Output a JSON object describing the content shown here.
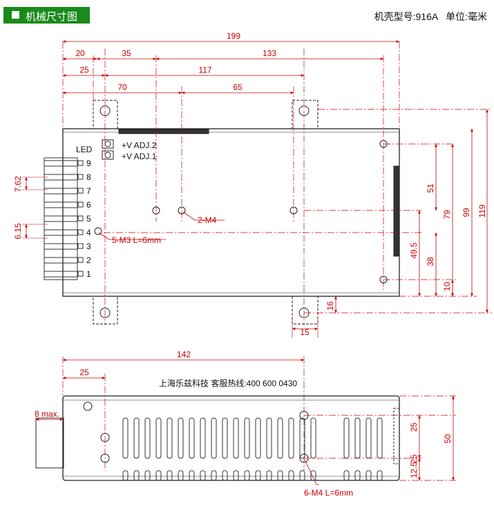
{
  "header": {
    "title": "机械尺寸图",
    "case_label": "机壳型号:916A",
    "unit_label": "单位:毫米"
  },
  "top_view": {
    "dims_horizontal": [
      "199",
      "20",
      "35",
      "133",
      "25",
      "117",
      "70",
      "65",
      "15"
    ],
    "dims_vertical": [
      "119",
      "99",
      "79",
      "51",
      "49.5",
      "38",
      "10",
      "16",
      "7.62",
      "6.15"
    ],
    "adj_labels": [
      "+V ADJ.2",
      "+V ADJ.1"
    ],
    "led_label": "LED",
    "terminal_numbers": [
      "9",
      "8",
      "7",
      "6",
      "5",
      "4",
      "3",
      "2",
      "1"
    ],
    "callouts": {
      "m4": "2-M4",
      "m3": "5-M3 L=6mm"
    }
  },
  "side_view": {
    "dims_horizontal": [
      "142",
      "25",
      "8 max."
    ],
    "dims_vertical": [
      "25",
      "25",
      "12.5",
      "50"
    ],
    "company_line": "上海乐兹科技 客服热线:400 600 0430",
    "callout": "6-M4 L=6mm"
  },
  "colors": {
    "badge": "#1a8a1a",
    "dimension": "#cc0000",
    "outline": "#222222"
  }
}
